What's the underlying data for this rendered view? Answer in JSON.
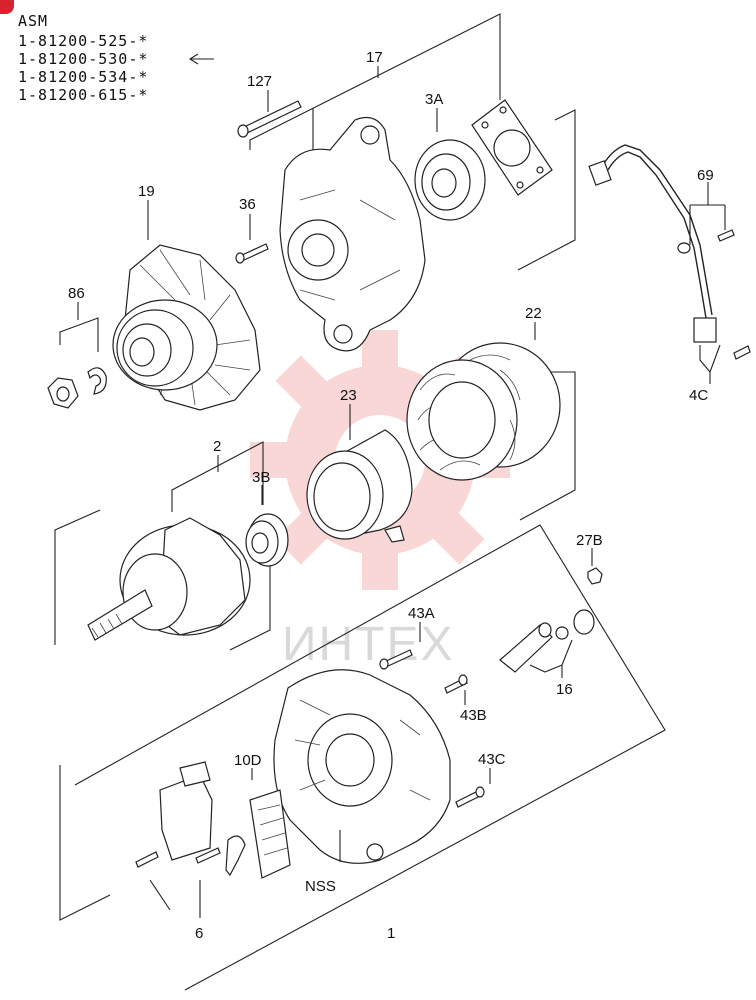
{
  "asm_block": {
    "title": "ASM",
    "codes": [
      "1-81200-525-*",
      "1-81200-530-*",
      "1-81200-534-*",
      "1-81200-615-*"
    ],
    "selected_index": 1
  },
  "callouts": {
    "c127": "127",
    "c17": "17",
    "c3a": "3A",
    "c19": "19",
    "c36": "36",
    "c69": "69",
    "c86": "86",
    "c22": "22",
    "c4c": "4C",
    "c23": "23",
    "c2": "2",
    "c3b": "3B",
    "c27b": "27B",
    "c43a": "43A",
    "c16": "16",
    "c43b": "43B",
    "c10d": "10D",
    "c43c": "43C",
    "cnss": "NSS",
    "c6": "6",
    "c1": "1"
  },
  "watermark": {
    "text": "ИНТЕХ",
    "color": "#f5b8b8"
  },
  "colors": {
    "line": "#222222",
    "badge": "#d8222e"
  }
}
